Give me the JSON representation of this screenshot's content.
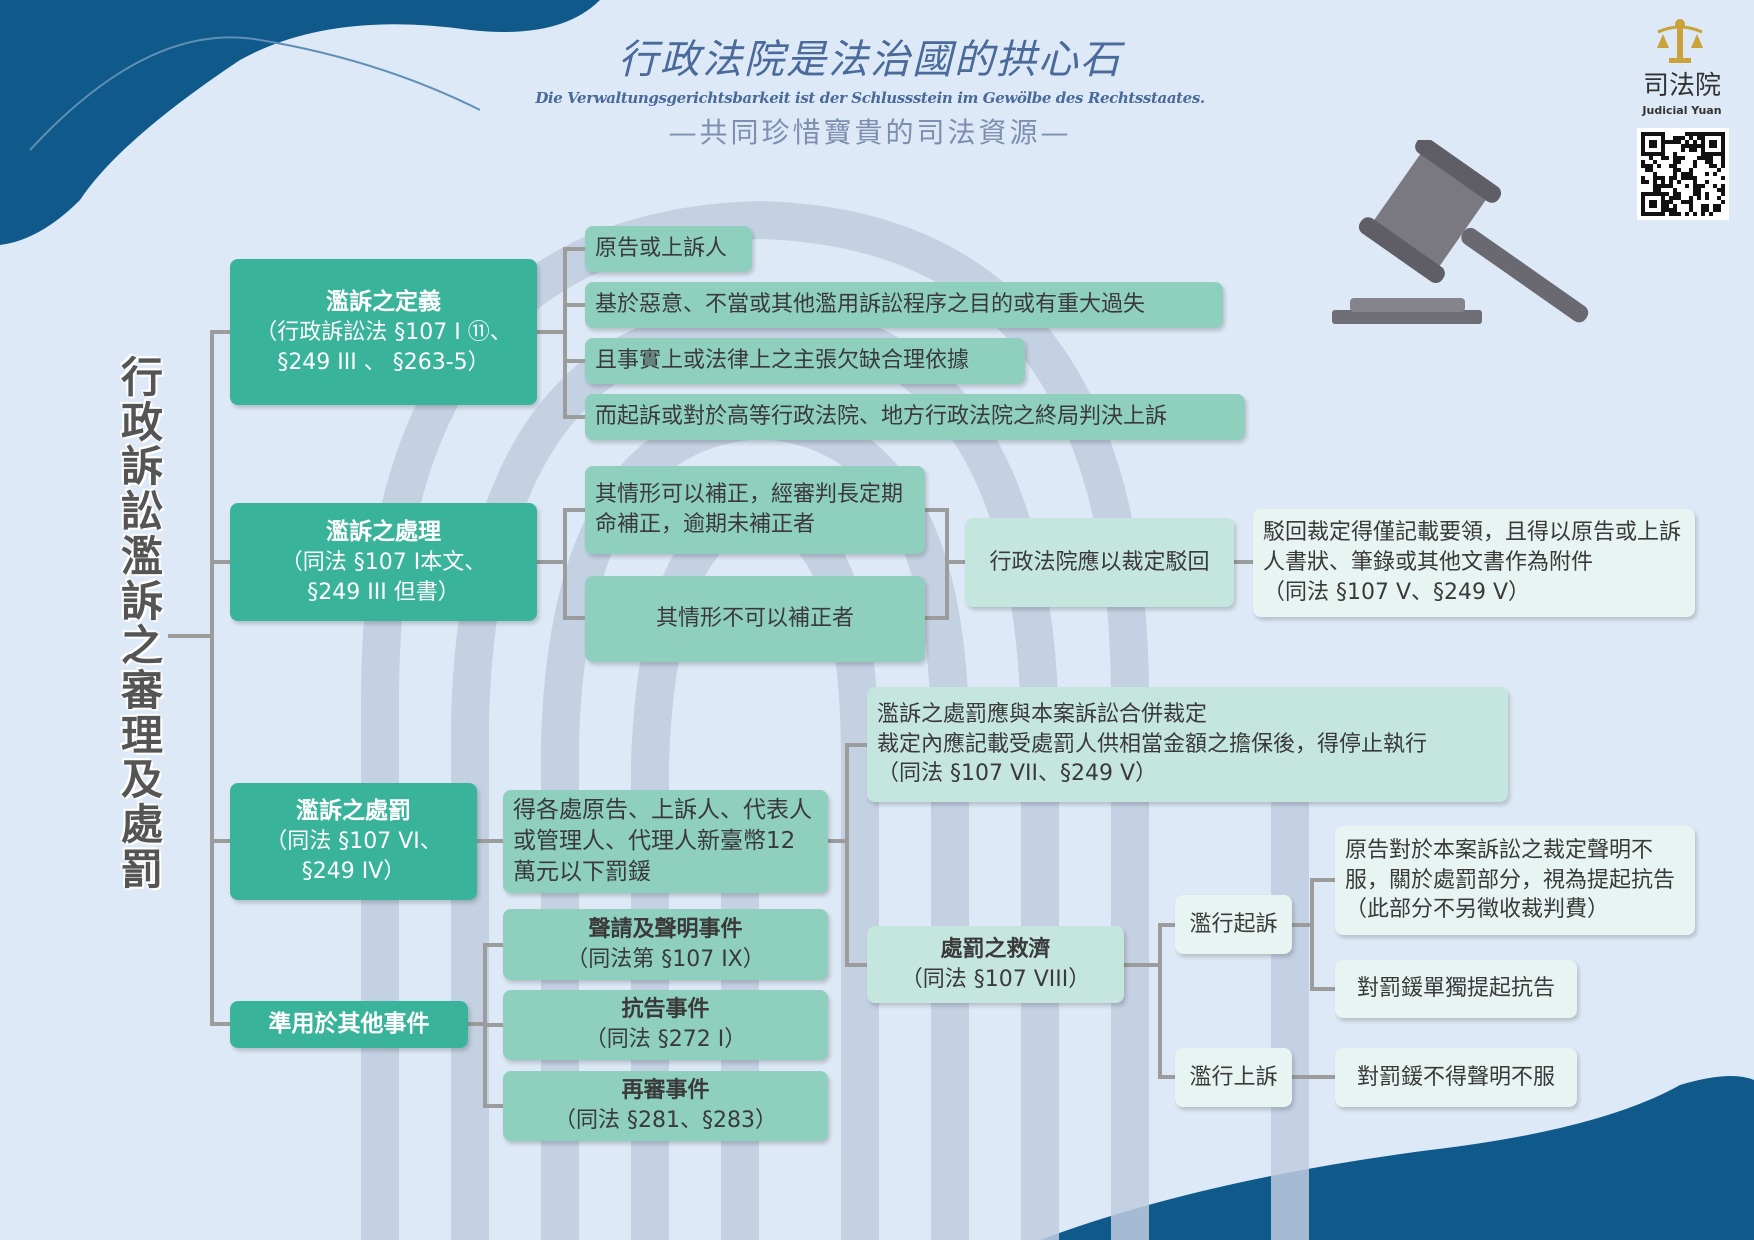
{
  "header": {
    "slogan": "行政法院是法治國的拱心石",
    "german": "Die Verwaltungsgerichtsbarkeit ist der Schlussstein im Gewölbe des Rechtsstaates.",
    "sub": "—共同珍惜寶貴的司法資源—"
  },
  "logo": {
    "name_zh": "司法院",
    "name_en": "Judicial Yuan"
  },
  "main_title": "行政訴訟濫訴之審理及處罰",
  "definition": {
    "title": "濫訴之定義",
    "ref": "（行政訴訟法 §107 I ⑪、§249 III 、 §263-5）",
    "items": [
      "原告或上訴人",
      "基於惡意、不當或其他濫用訴訟程序之目的或有重大過失",
      "且事實上或法律上之主張欠缺合理依據",
      "而起訴或對於高等行政法院、地方行政法院之終局判決上訴"
    ]
  },
  "handling": {
    "title": "濫訴之處理",
    "ref": "（同法 §107 I本文、§249 III 但書）",
    "case1": "其情形可以補正，經審判長定期命補正，逾期未補正者",
    "case2": "其情形不可以補正者",
    "result": "行政法院應以裁定駁回",
    "note": "駁回裁定得僅記載要領，且得以原告或上訴人書狀、筆錄或其他文書作為附件",
    "note_ref": "（同法 §107 V、§249 V）"
  },
  "penalty": {
    "title": "濫訴之處罰",
    "ref": "（同法 §107 VI、§249 IV）",
    "fine": "得各處原告、上訴人、代表人或管理人、代理人新臺幣12萬元以下罰鍰",
    "joint_line1": "濫訴之處罰應與本案訴訟合併裁定",
    "joint_line2": "裁定內應記載受處罰人供相當金額之擔保後，得停止執行",
    "joint_ref": "（同法 §107 VII、§249 V）",
    "remedy_title": "處罰之救濟",
    "remedy_ref": "（同法 §107 VIII）",
    "suit": "濫行起訴",
    "appeal": "濫行上訴",
    "suit_a": "原告對於本案訴訟之裁定聲明不服，關於處罰部分，視為提起抗告（此部分不另徵收裁判費）",
    "suit_b": "對罰鍰單獨提起抗告",
    "appeal_a": "對罰鍰不得聲明不服"
  },
  "other": {
    "title": "準用於其他事件",
    "items": [
      {
        "title": "聲請及聲明事件",
        "ref": "（同法第 §107 IX）"
      },
      {
        "title": "抗告事件",
        "ref": "（同法 §272 I）"
      },
      {
        "title": "再審事件",
        "ref": "（同法 §281、§283）"
      }
    ]
  },
  "colors": {
    "dark_teal": "#3ab39b",
    "mid_teal": "#8ecfbe",
    "light_teal": "#c5e6de",
    "navy": "#0f5a8a",
    "gold": "#c9a23a"
  }
}
